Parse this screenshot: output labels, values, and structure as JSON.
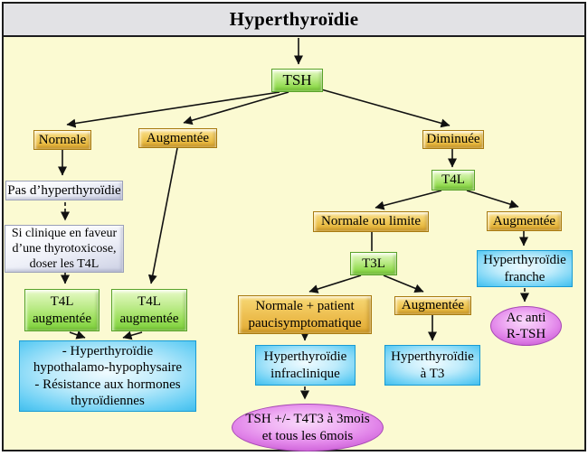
{
  "title": "Hyperthyroïdie",
  "nodes": {
    "tsh": "TSH",
    "normale": "Normale",
    "augmentee_tsh": "Augmentée",
    "diminuee": "Diminuée",
    "pas_hyper": "Pas d’hyperthyroïdie",
    "si_clinique": "Si clinique en faveur\nd’une thyrotoxicose,\ndoser les T4L",
    "t4l_augmentee_gauche": "T4L\naugmentée",
    "t4l_augmentee_droite": "T4L\naugmentée",
    "hyper_centrale": "- Hyperthyroïdie\nhypothalamo-hypophysaire\n- Résistance aux hormones\nthyroïdiennes",
    "t4l": "T4L",
    "normale_ou_limite": "Normale ou limite",
    "augmentee_t4l": "Augmentée",
    "t3l": "T3L",
    "normale_patient": "Normale + patient\npaucisymptomatique",
    "augmentee_t3l": "Augmentée",
    "hyper_infraclinique": "Hyperthyroïdie\ninfraclinique",
    "hyper_t3": "Hyperthyroïdie\nà T3",
    "hyper_franche": "Hyperthyroïdie\nfranche",
    "suivi": "TSH +/- T4T3 à 3mois\net tous les 6mois",
    "ac_anti_rtsh": "Ac anti\nR-TSH"
  },
  "colors": {
    "canvas_bg": "#fbfad2",
    "title_bar_bg": "#e2e2e5",
    "frame_border": "#1c1c1c",
    "yellow_node": "#eec153",
    "orange_node": "#eec052",
    "green_node": "#8fd94f",
    "blue_node": "#3fc1f0",
    "lavender_node": "#dfe2f0",
    "magenta_node": "#dd74e5"
  }
}
